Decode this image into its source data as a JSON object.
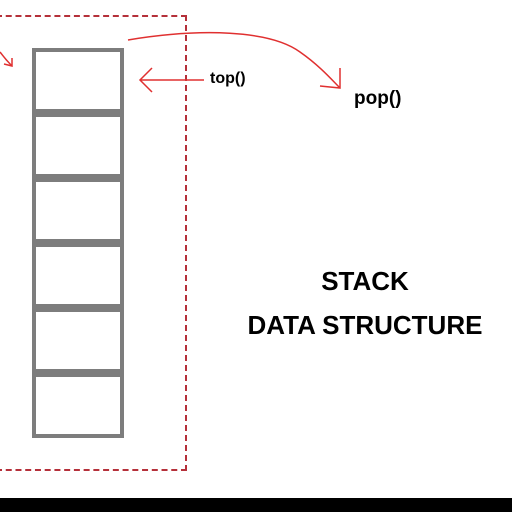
{
  "labels": {
    "top": "top()",
    "pop": "pop()",
    "title_line1": "STACK",
    "title_line2": "DATA STRUCTURE"
  },
  "stack": {
    "cell_count": 6
  },
  "colors": {
    "frame": "#000000",
    "background": "#ffffff",
    "dashed_border": "#b5303a",
    "arrows": "#e03030",
    "cell_border": "#7d7d7d",
    "text": "#000000"
  }
}
